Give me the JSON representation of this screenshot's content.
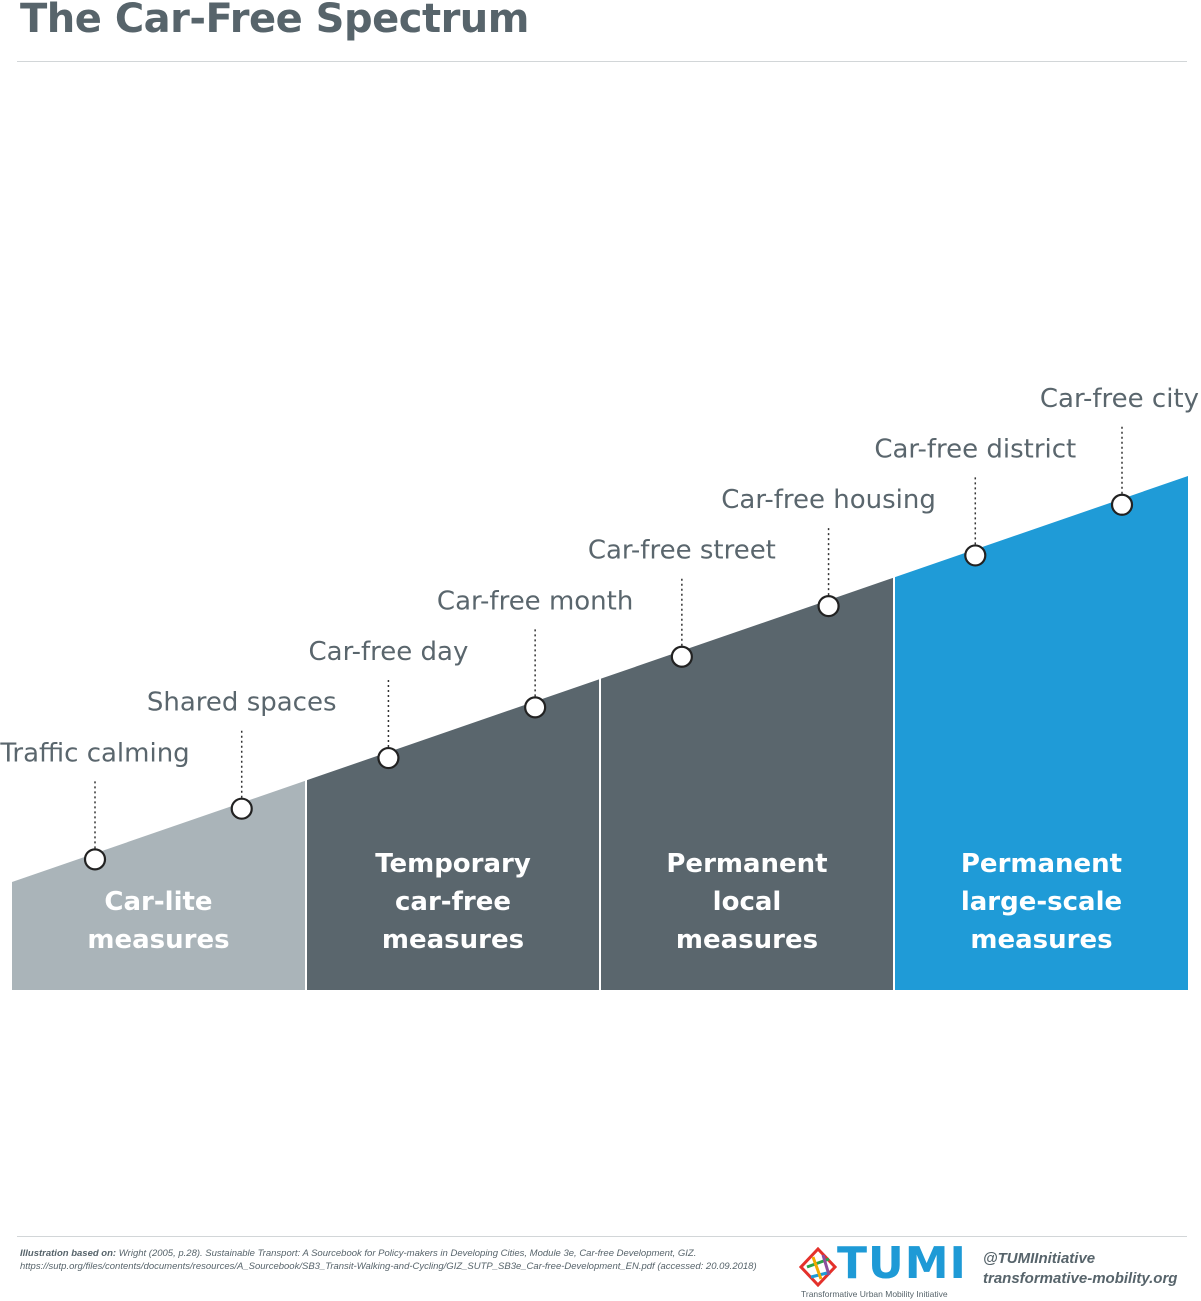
{
  "title": "The Car-Free Spectrum",
  "zones": [
    {
      "lines": [
        "Car-lite",
        "measures"
      ],
      "color": "#aab4b9"
    },
    {
      "lines": [
        "Temporary",
        "car-free",
        "measures"
      ],
      "color": "#5a666d"
    },
    {
      "lines": [
        "Permanent",
        "local",
        "measures"
      ],
      "color": "#5a666d"
    },
    {
      "lines": [
        "Permanent",
        "large-scale",
        "measures"
      ],
      "color": "#1f9bd7"
    }
  ],
  "milestones": [
    "Traffic calming",
    "Shared spaces",
    "Car-free day",
    "Car-free month",
    "Car-free street",
    "Car-free housing",
    "Car-free district",
    "Car-free city"
  ],
  "footer": {
    "source_label": "Illustration based on:",
    "source_text": "Wright (2005, p.28). Sustainable Transport: A Sourcebook for Policy-makers in Developing Cities, Module 3e, Car-free Development, GIZ. https://sutp.org/files/contents/documents/resources/A_Sourcebook/SB3_Transit-Walking-and-Cycling/GIZ_SUTP_SB3e_Car-free-Development_EN.pdf (accessed: 20.09.2018)",
    "logo_text": "TUMI",
    "logo_subtitle": "Transformative Urban Mobility Initiative",
    "handle": "@TUMIInitiative",
    "website": "transformative-mobility.org"
  },
  "colors": {
    "title": "#57646b",
    "marker_fill": "#ffffff",
    "marker_stroke": "#222222",
    "logo_blue": "#1e9ad6"
  }
}
